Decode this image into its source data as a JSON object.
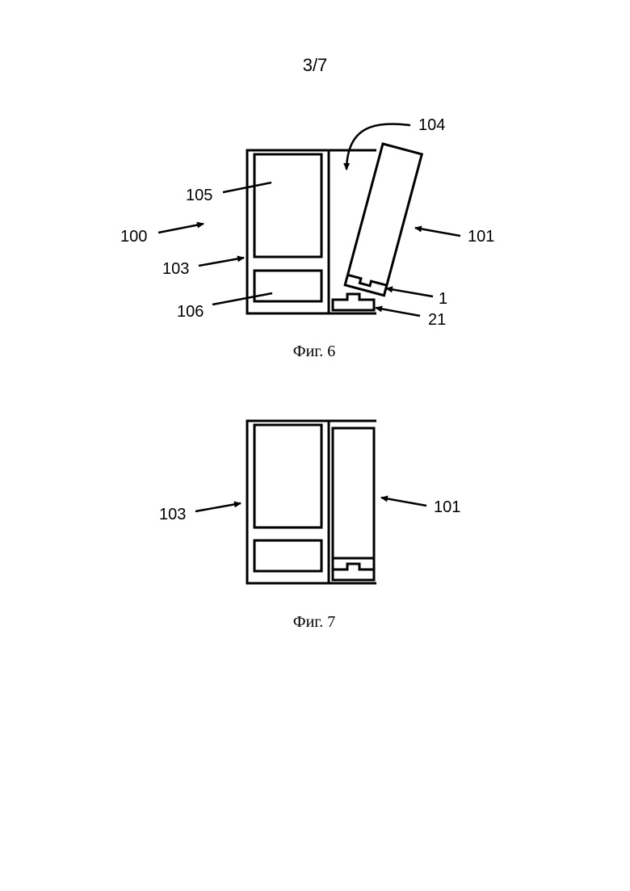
{
  "page": {
    "number": "3/7"
  },
  "fig6": {
    "caption": "Фиг. 6",
    "labels": {
      "l104": "104",
      "l105": "105",
      "l100": "100",
      "l101": "101",
      "l103": "103",
      "l1": "1",
      "l106": "106",
      "l21": "21"
    }
  },
  "fig7": {
    "caption": "Фиг. 7",
    "labels": {
      "l103": "103",
      "l101": "101"
    }
  }
}
